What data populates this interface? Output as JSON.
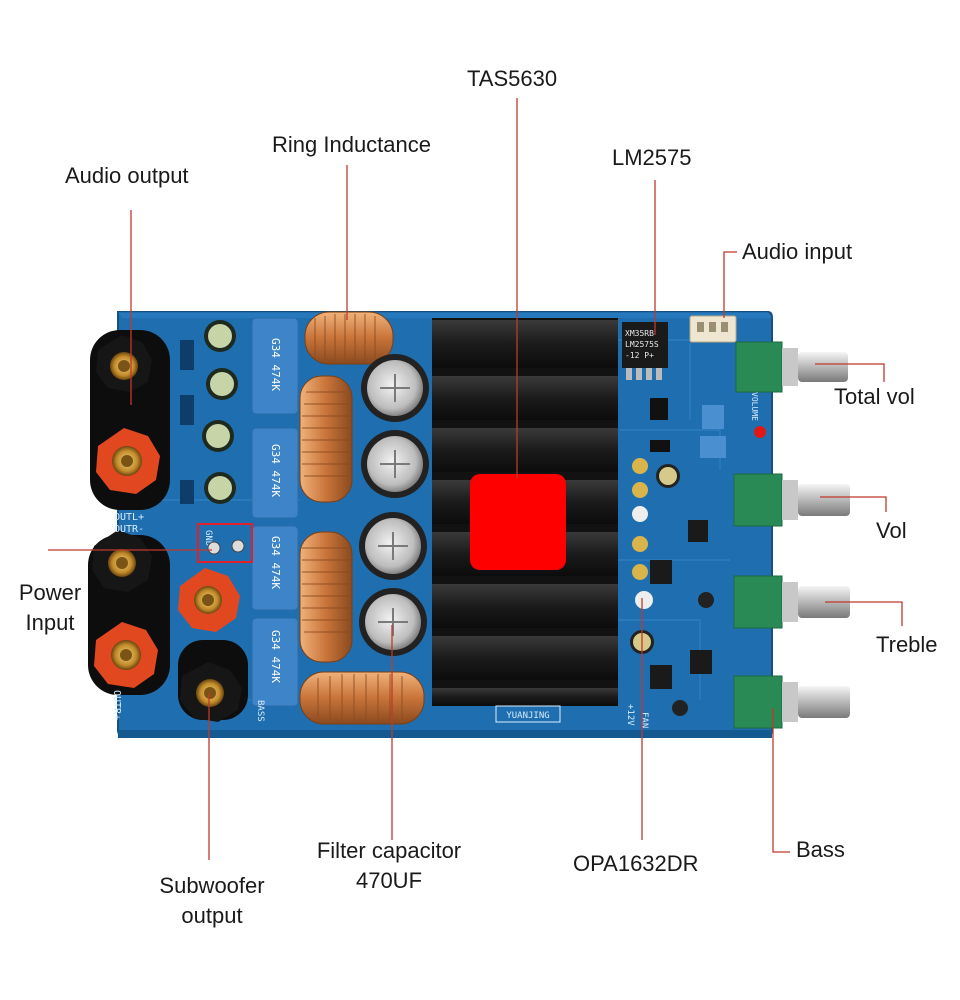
{
  "labels": {
    "audio_output": "Audio output",
    "ring_inductance": "Ring Inductance",
    "tas5630": "TAS5630",
    "lm2575": "LM2575",
    "audio_input": "Audio input",
    "total_vol": "Total vol",
    "vol": "Vol",
    "treble": "Treble",
    "bass": "Bass",
    "power_input_line1": "Power",
    "power_input_line2": "Input",
    "subwoofer_line1": "Subwoofer",
    "subwoofer_line2": "output",
    "filter_cap_line1": "Filter capacitor",
    "filter_cap_line2": "470UF",
    "opa1632dr": "OPA1632DR"
  },
  "board_text": {
    "cap_marking": "G34 474K",
    "brand": "YUANJING",
    "outl_plus": "OUTL+",
    "outr_minus": "OUTR-",
    "outr_plus": "OUTR+",
    "gnd": "GND",
    "bass_mark": "BASS",
    "volume_mark": "VOLUME",
    "chip_line1": "XM35RB",
    "chip_line2": "LM2575S",
    "chip_line3": "-12 P+",
    "v12_mark": "+12V",
    "fan_mark": "FAN"
  },
  "colors": {
    "pcb": "#1f6fb0",
    "leader": "#c0392b",
    "heatsink": "#1b1b1b",
    "copper": "#c9743a",
    "terminal_red": "#e2481f",
    "terminal_black": "#161616",
    "pot_green": "#2a8a56",
    "highlight": "#ff0000"
  }
}
